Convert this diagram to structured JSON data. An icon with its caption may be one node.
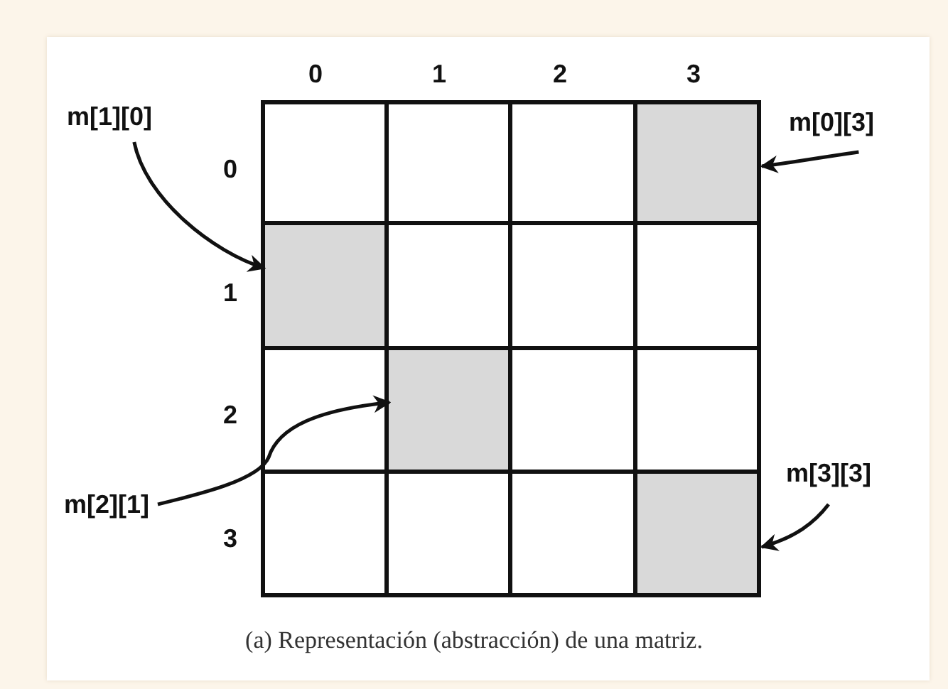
{
  "diagram": {
    "caption": "(a) Representación (abstracción) de una matriz.",
    "nodes": [
      {
        "text": [
          "m[1][0]"
        ]
      },
      {
        "text": [
          "m[0][3]"
        ]
      },
      {
        "text": [],
        "shape": "box"
      },
      {
        "text": [],
        "shape": "box"
      },
      {
        "text": [],
        "shape": "box"
      },
      {
        "text": [
          "m[2][1]"
        ]
      },
      {
        "text": [
          "m[3][3]"
        ]
      },
      {
        "text": [],
        "shape": "box"
      }
    ],
    "edges": [
      {
        "from": 0,
        "to": 3,
        "arrow": "to"
      },
      {
        "from": 1,
        "to": 2,
        "arrow": "to"
      },
      {
        "from": 5,
        "to": 4,
        "arrow": "to"
      },
      {
        "from": 6,
        "to": 7,
        "arrow": "to"
      }
    ],
    "labels": [
      "0",
      "1",
      "2",
      "3",
      "0",
      "1",
      "2",
      "3"
    ]
  }
}
